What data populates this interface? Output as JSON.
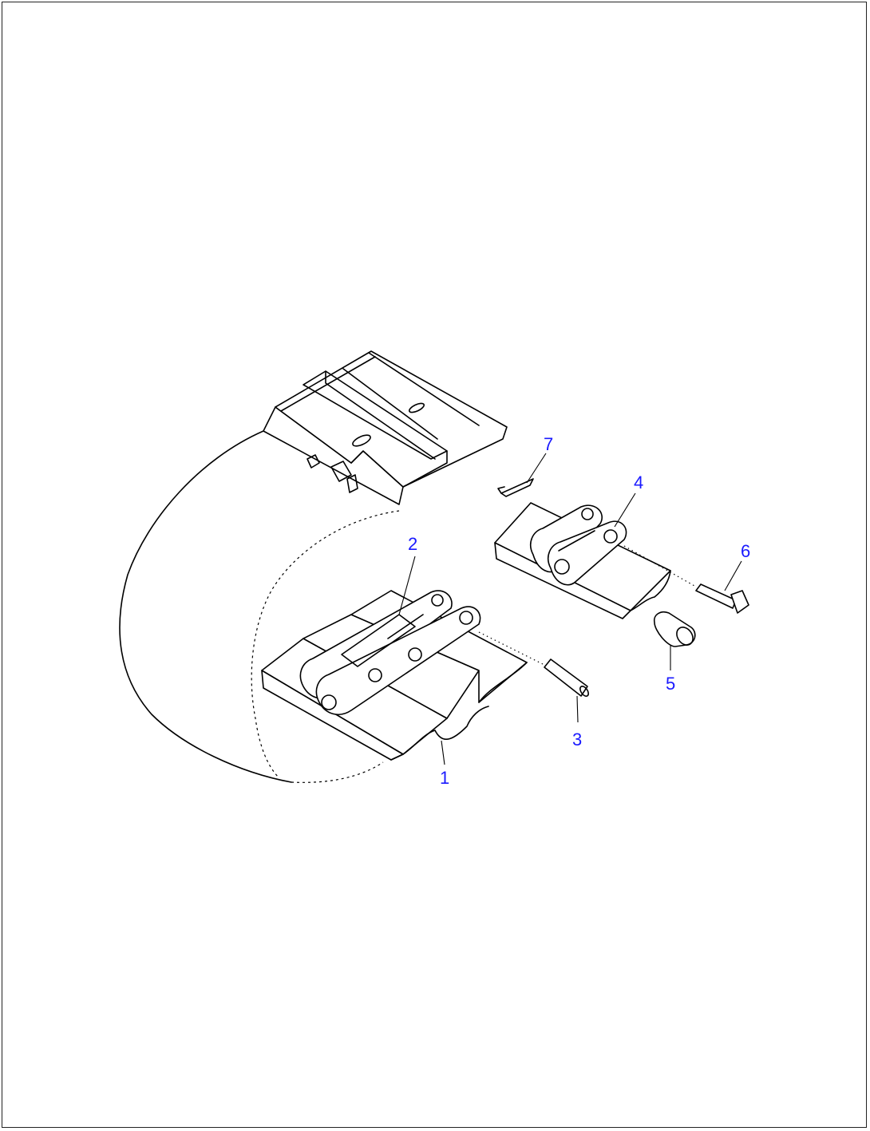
{
  "diagram": {
    "callout_color": "#1a1aff",
    "line_color": "#000000",
    "callouts": [
      {
        "id": "1",
        "label": "1",
        "part": "track-shoe"
      },
      {
        "id": "2",
        "label": "2",
        "part": "link"
      },
      {
        "id": "3",
        "label": "3",
        "part": "master-pin"
      },
      {
        "id": "4",
        "label": "4",
        "part": "master-link"
      },
      {
        "id": "5",
        "label": "5",
        "part": "bushing"
      },
      {
        "id": "6",
        "label": "6",
        "part": "bolt"
      },
      {
        "id": "7",
        "label": "7",
        "part": "cotter-pin"
      }
    ]
  }
}
